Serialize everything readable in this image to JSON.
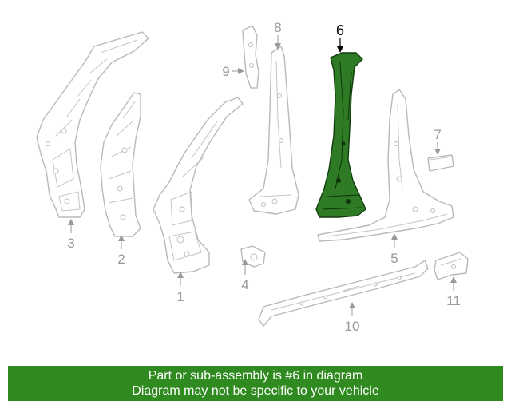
{
  "diagram": {
    "highlighted_part": "6",
    "callouts": {
      "p1": "1",
      "p2": "2",
      "p3": "3",
      "p4": "4",
      "p5": "5",
      "p6": "6",
      "p7": "7",
      "p8": "8",
      "p9": "9",
      "p10": "10",
      "p11": "11"
    }
  },
  "banner": {
    "line1": "Part or sub-assembly is #6 in diagram",
    "line2": "Diagram may not be specific to your vehicle"
  },
  "colors": {
    "highlight": "#2f7a24",
    "banner": "#2f8a1f",
    "outline": "#b9b9b9"
  }
}
